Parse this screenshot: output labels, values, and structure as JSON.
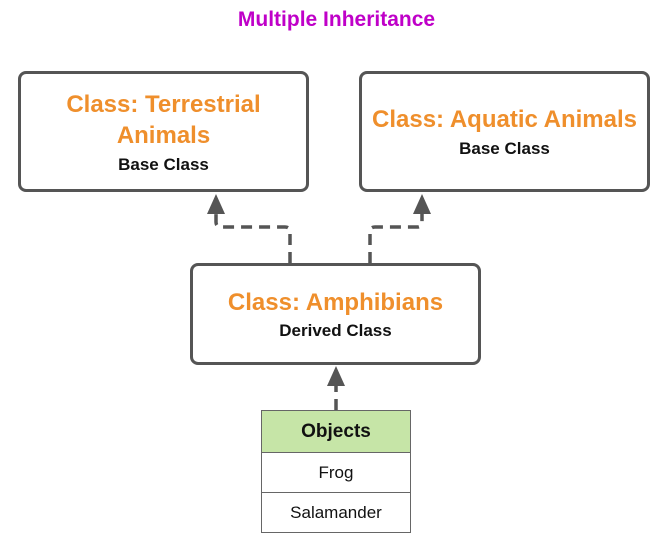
{
  "title": "Multiple Inheritance",
  "classes": {
    "terrestrial": {
      "name": "Class: Terrestrial Animals",
      "role": "Base Class"
    },
    "aquatic": {
      "name": "Class: Aquatic Animals",
      "role": "Base Class"
    },
    "amphibians": {
      "name": "Class: Amphibians",
      "role": "Derived Class"
    }
  },
  "objects": {
    "header": "Objects",
    "items": [
      "Frog",
      "Salamander"
    ]
  },
  "colors": {
    "title": "#bf00c8",
    "class_name": "#ef8f2c",
    "border": "#555555",
    "objects_header_bg": "#c6e5a7"
  }
}
